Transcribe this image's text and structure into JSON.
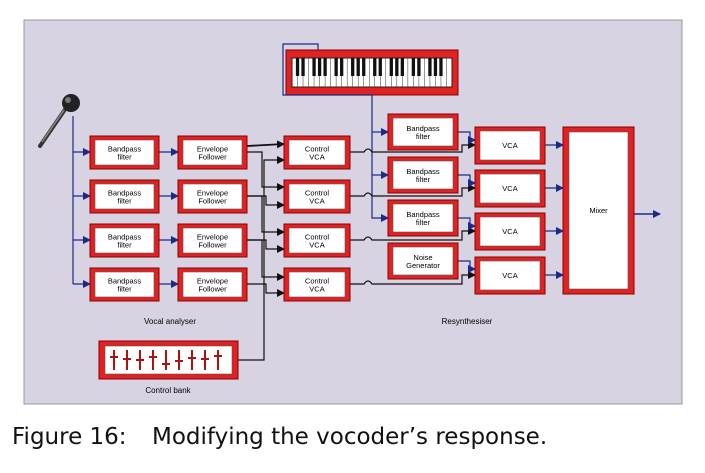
{
  "analyser": {
    "bandpass_label": "Bandpass filter",
    "envelope_label": "Envelope Follower",
    "vca_label": "Control VCA",
    "section_label": "Vocal analyser"
  },
  "resynth": {
    "bandpass_label": "Bandpass filter",
    "noise_label": "Noise Generator",
    "vca_label": "VCA",
    "mixer_label": "Mixer",
    "section_label": "Resynthesiser"
  },
  "control_bank": {
    "label": "Control bank"
  },
  "icons": {
    "microphone": "microphone-icon",
    "keyboard": "keyboard-icon"
  },
  "colors": {
    "panel": "#d8d3e2",
    "box_red": "#e02222",
    "box_fill": "#ffffff",
    "connector": "#1a2a8a",
    "signal_line": "#111111"
  },
  "caption": {
    "number": "Figure 16:",
    "text": "Modifying the vocoder’s response."
  }
}
